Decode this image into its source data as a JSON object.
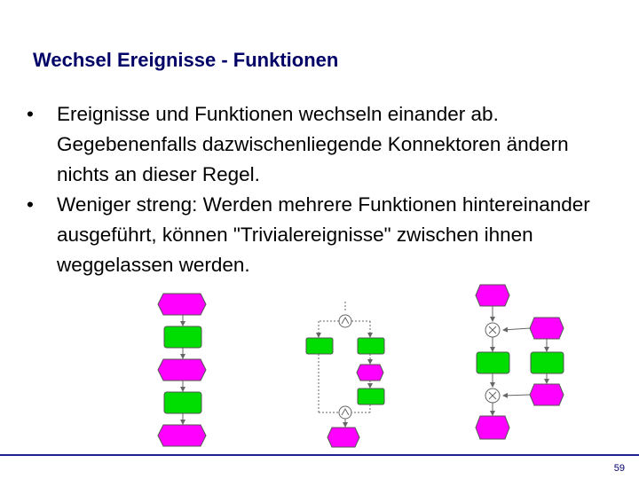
{
  "slide": {
    "title": "Wechsel Ereignisse - Funktionen",
    "bullets": [
      "Ereignisse und Funktionen wechseln einander ab. Gegebenenfalls dazwischenliegende Konnektoren ändern nichts an dieser Regel.",
      "Weniger streng: Werden mehrere Funktionen hintereinander ausgeführt, können \"Trivialereignisse\" zwischen ihnen weggelassen werden."
    ],
    "bullet_symbol": "•",
    "page_number": "59"
  },
  "colors": {
    "title": "#000066",
    "event": "#ff00ff",
    "function": "#00dd00",
    "footer_line": "#1f1f8f"
  },
  "diagram": {
    "connectors": {
      "and": "∧",
      "xor": "×"
    },
    "icons": [
      "event-shape",
      "function-shape",
      "and-connector-icon",
      "xor-connector-icon"
    ]
  }
}
